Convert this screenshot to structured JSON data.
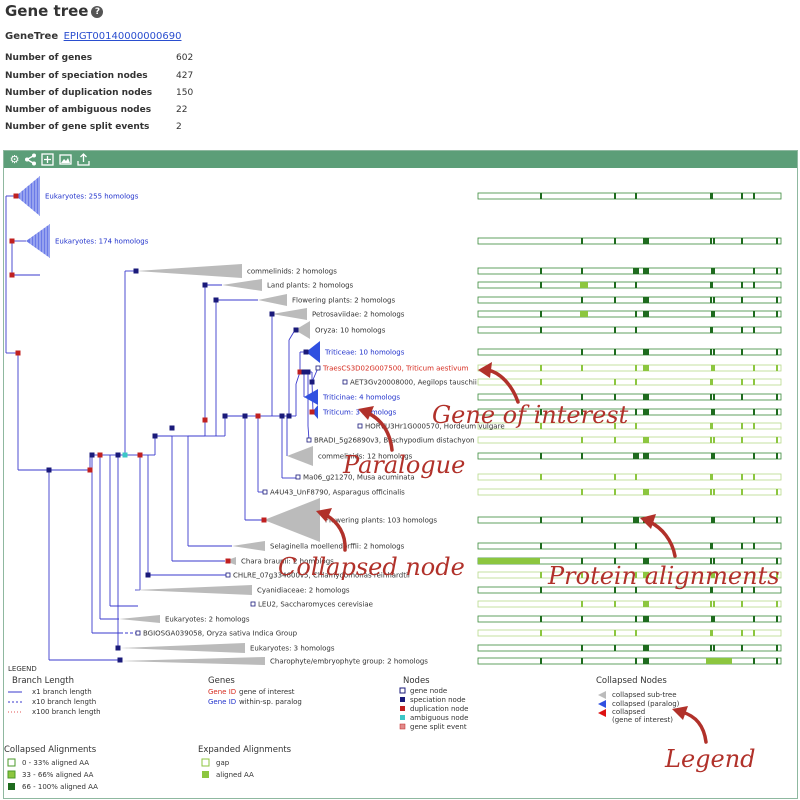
{
  "page": {
    "title": "Gene tree",
    "tree_label": "GeneTree",
    "tree_id": "EPIGT00140000000690",
    "stats": [
      {
        "label": "Number of genes",
        "value": "602"
      },
      {
        "label": "Number of speciation nodes",
        "value": "427"
      },
      {
        "label": "Number of duplication nodes",
        "value": "150"
      },
      {
        "label": "Number of ambiguous nodes",
        "value": "22"
      },
      {
        "label": "Number of gene split events",
        "value": "2"
      }
    ]
  },
  "toolbar": {
    "icons": [
      "gear-icon",
      "share-icon",
      "resize-icon",
      "image-icon",
      "export-icon"
    ]
  },
  "tree": {
    "rows": [
      {
        "label": "Eukaryotes: 255 homologs",
        "kind": "collapsed-paralog"
      },
      {
        "label": "Eukaryotes: 174 homologs",
        "kind": "collapsed-paralog"
      },
      {
        "label": "commelinids: 2 homologs",
        "kind": "collapsed"
      },
      {
        "label": "Land plants: 2 homologs",
        "kind": "collapsed"
      },
      {
        "label": "Flowering plants: 2 homologs",
        "kind": "collapsed"
      },
      {
        "label": "Petrosaviidae: 2 homologs",
        "kind": "collapsed"
      },
      {
        "label": "Oryza: 10 homologs",
        "kind": "collapsed"
      },
      {
        "label": "Triticeae: 10 homologs",
        "kind": "collapsed-paralog"
      },
      {
        "label": "TraesCS3D02G007500, Triticum aestivum",
        "kind": "interest"
      },
      {
        "label": "AET3Gv20008000, Aegilops tauschii",
        "kind": "gene"
      },
      {
        "label": "Triticinae: 4 homologs",
        "kind": "collapsed-paralog"
      },
      {
        "label": "Triticum: 3 homologs",
        "kind": "collapsed-paralog"
      },
      {
        "label": "HORVU3Hr1G000570, Hordeum vulgare",
        "kind": "gene"
      },
      {
        "label": "BRADI_5g26890v3, Brachypodium distachyon",
        "kind": "gene"
      },
      {
        "label": "commelinids: 12 homologs",
        "kind": "collapsed"
      },
      {
        "label": "Ma06_g21270, Musa acuminata",
        "kind": "gene"
      },
      {
        "label": "A4U43_UnF8790, Asparagus officinalis",
        "kind": "gene"
      },
      {
        "label": "Flowering plants: 103 homologs",
        "kind": "collapsed-big"
      },
      {
        "label": "Selaginella moellendorffii: 2 homologs",
        "kind": "collapsed"
      },
      {
        "label": "Chara braunii: 2 homologs",
        "kind": "collapsed"
      },
      {
        "label": "CHLRE_07g334600v5, Chlamydomonas reinhardtii",
        "kind": "gene"
      },
      {
        "label": "Cyanidiaceae: 2 homologs",
        "kind": "collapsed"
      },
      {
        "label": "LEU2, Saccharomyces cerevisiae",
        "kind": "gene"
      },
      {
        "label": "Eukaryotes: 2 homologs",
        "kind": "collapsed"
      },
      {
        "label": "BGIOSGA039058, Oryza sativa Indica Group",
        "kind": "gene"
      },
      {
        "label": "Eukaryotes: 3 homologs",
        "kind": "collapsed"
      },
      {
        "label": "Charophyte/embryophyte group: 2 homologs",
        "kind": "collapsed"
      }
    ]
  },
  "legend": {
    "title": "LEGEND",
    "branch_length": {
      "heading": "Branch Length",
      "items": [
        "x1 branch length",
        "x10 branch length",
        "x100 branch length"
      ]
    },
    "genes": {
      "heading": "Genes",
      "items": [
        {
          "id": "Gene ID",
          "text": "gene of interest",
          "color": "#d62b1f"
        },
        {
          "id": "Gene ID",
          "text": "within-sp. paralog",
          "color": "#2233cc"
        }
      ]
    },
    "nodes": {
      "heading": "Nodes",
      "items": [
        {
          "text": "gene node",
          "color": "#ffffff"
        },
        {
          "text": "speciation node",
          "color": "#1a1a7a"
        },
        {
          "text": "duplication node",
          "color": "#c02020"
        },
        {
          "text": "ambiguous node",
          "color": "#3cc7c7"
        },
        {
          "text": "gene split event",
          "color": "#e08a8a"
        }
      ]
    },
    "collapsed_nodes": {
      "heading": "Collapsed Nodes",
      "items": [
        {
          "text": "collapsed sub-tree",
          "color": "#bbbbbb"
        },
        {
          "text": "collapsed (paralog)",
          "color": "#3050e0"
        },
        {
          "text": "collapsed",
          "color": "#dd1111"
        },
        {
          "text": "(gene of interest)",
          "color": ""
        }
      ]
    },
    "collapsed_alignments": {
      "heading": "Collapsed Alignments",
      "items": [
        {
          "text": "0 - 33% aligned AA",
          "color": "#ffffff"
        },
        {
          "text": "33 - 66% aligned AA",
          "color": "#8cc63f"
        },
        {
          "text": "66 - 100% aligned AA",
          "color": "#1e6b1e"
        }
      ]
    },
    "expanded_alignments": {
      "heading": "Expanded Alignments",
      "items": [
        {
          "text": "gap",
          "color": "#ffffff"
        },
        {
          "text": "aligned AA",
          "color": "#8cc63f"
        }
      ]
    }
  },
  "annotations": [
    {
      "text": "Gene of interest"
    },
    {
      "text": "Paralogue"
    },
    {
      "text": "Collapsed node"
    },
    {
      "text": "Protein alignments"
    },
    {
      "text": "Legend"
    }
  ],
  "colors": {
    "toolbar": "#5c9e78",
    "branch": "#3a3acd",
    "speciation": "#1a1a7a",
    "duplication": "#c02020",
    "paralog": "#2233cc",
    "interest": "#d62b1f",
    "annotation": "#b1312a",
    "align_dark": "#1e6b1e",
    "align_light": "#8cc63f"
  }
}
